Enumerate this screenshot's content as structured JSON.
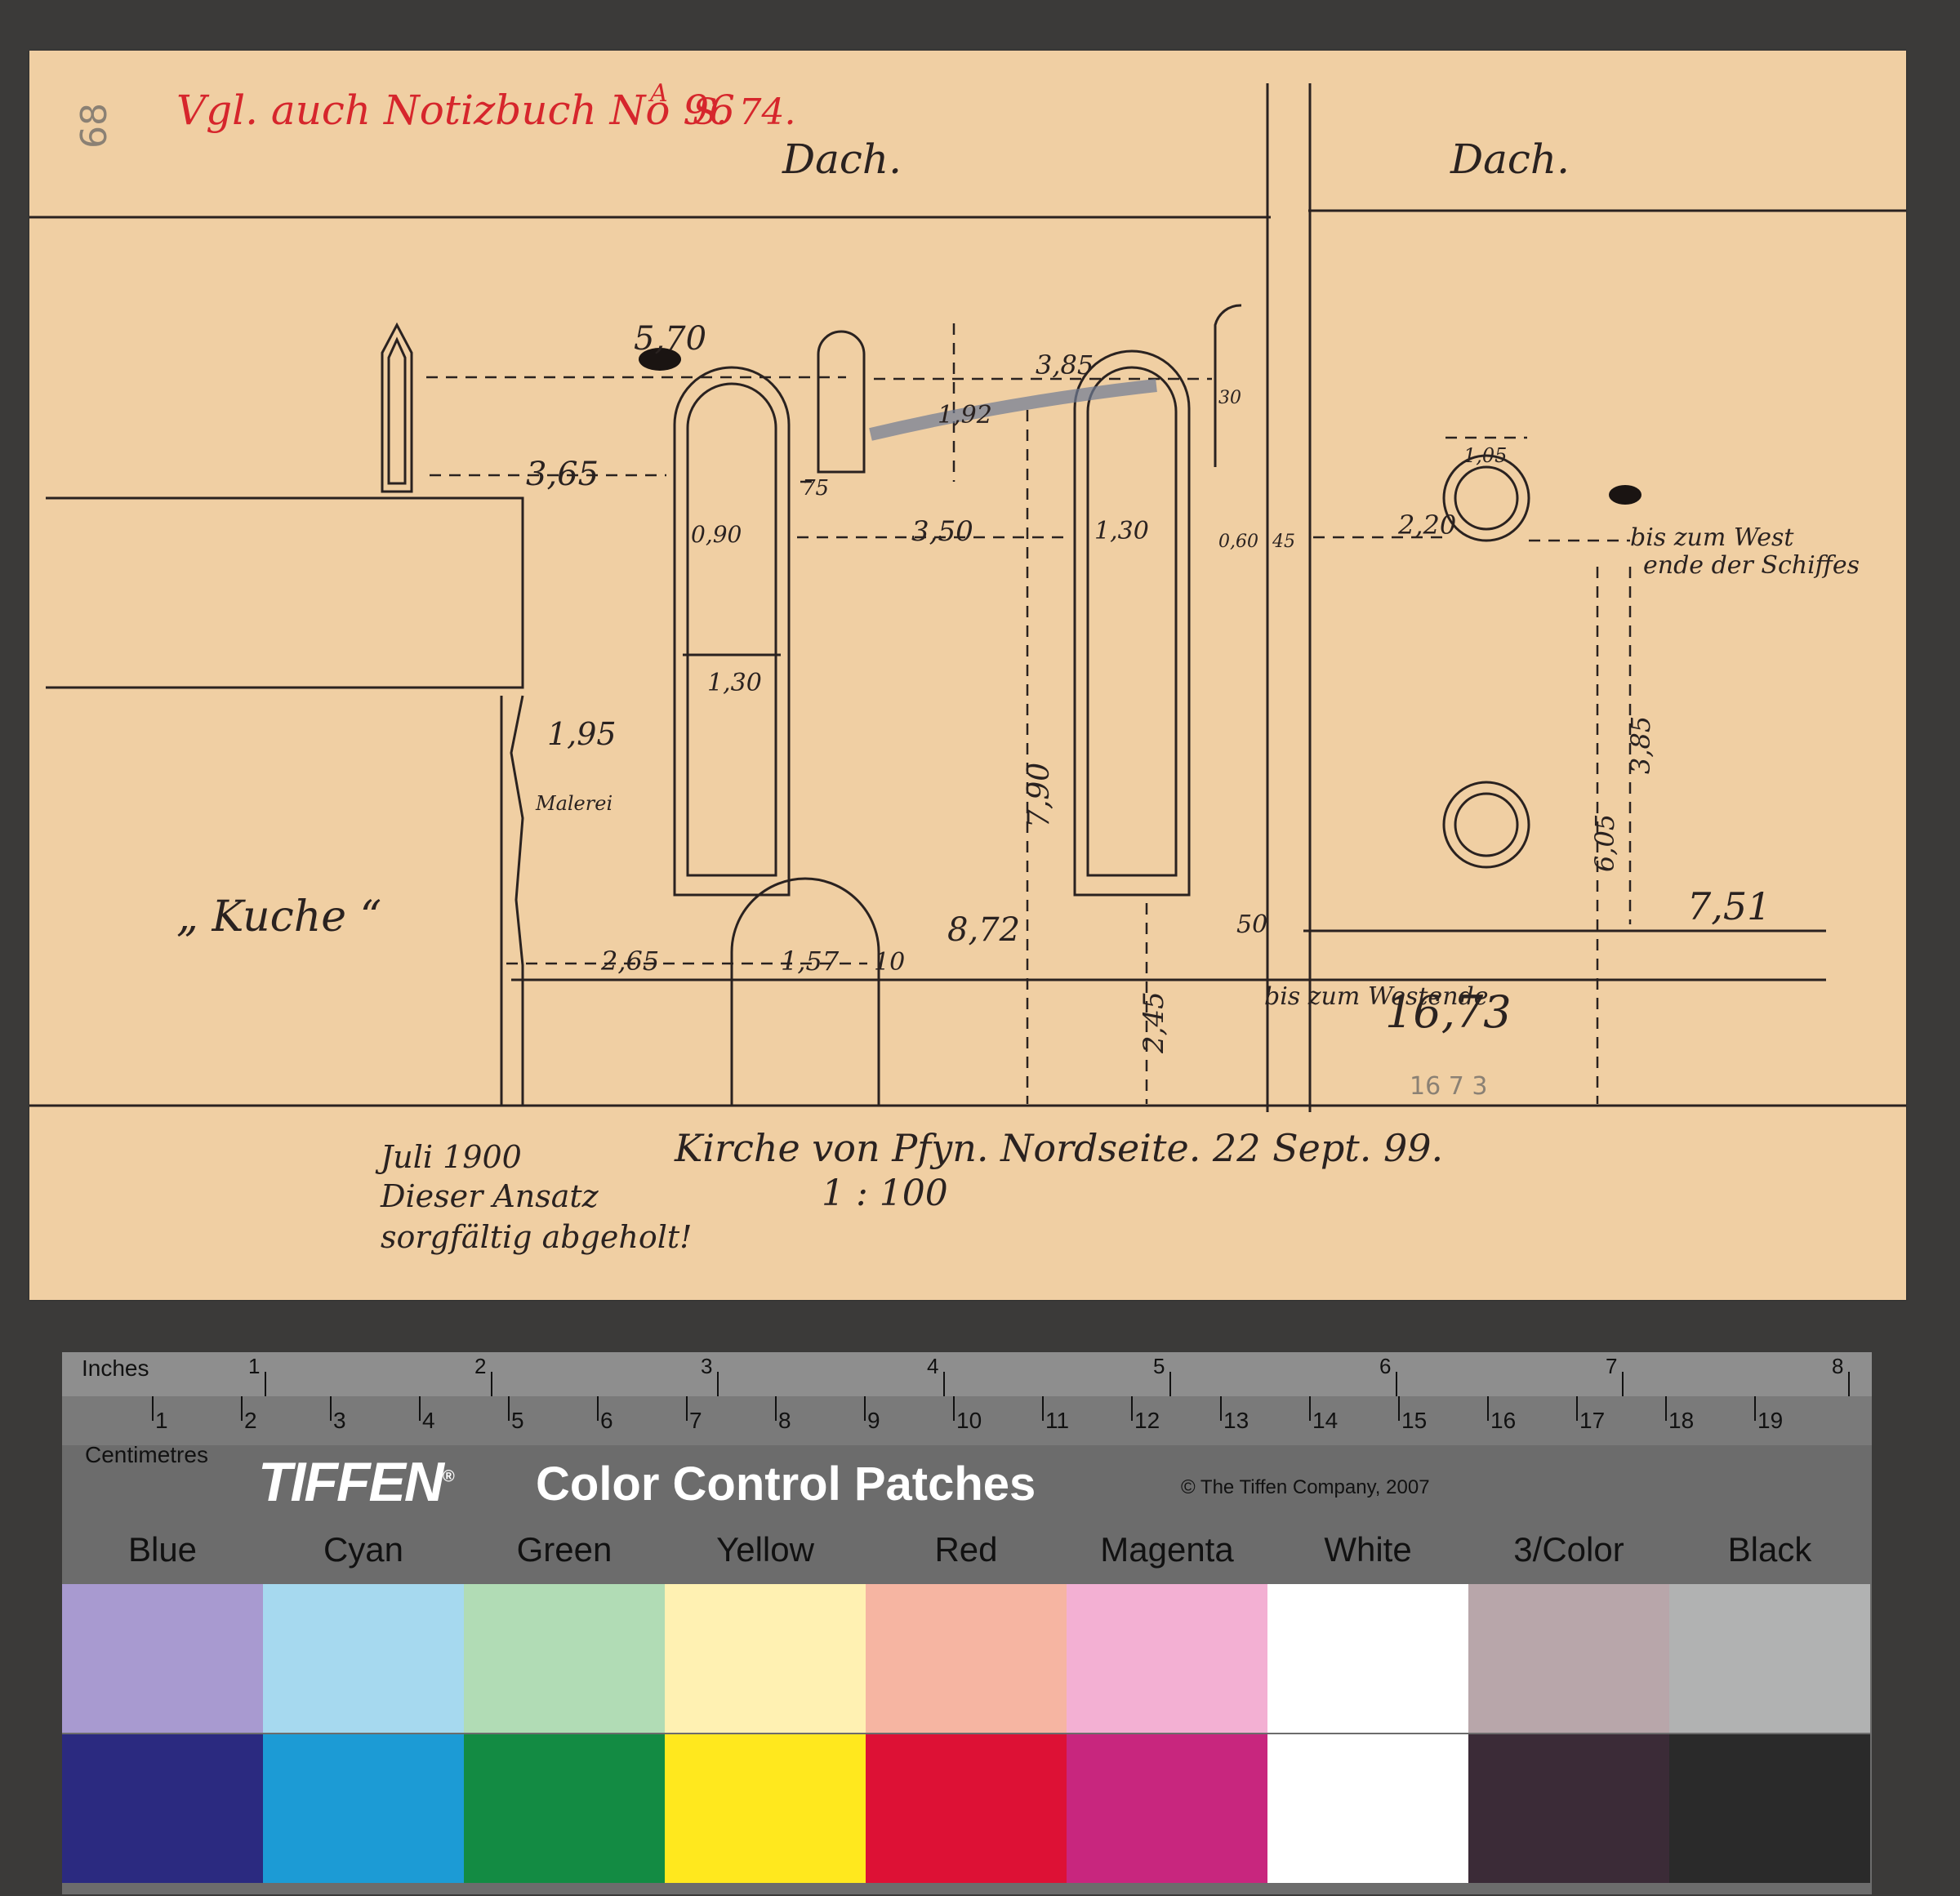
{
  "card": {
    "page_number": "68",
    "red_note": "Vgl. auch Notizbuch No 96",
    "red_note_sup": "A",
    "red_note_page": "S. 74.",
    "roof_left": "Dach.",
    "roof_right": "Dach.",
    "room_label": "„ Kuche “",
    "malerei": "Malerei",
    "caption": "Kirche von Pfyn. Nordseite. 22 Sept. 99.",
    "scale": "1 : 100",
    "note_line1": "Juli 1900",
    "note_line2": "Dieser Ansatz",
    "note_line3": "sorgfältig abgeholt!",
    "west_note_line1": "bis zum West",
    "west_note_line2": "ende der Schiffes",
    "bis_zum": "bis zum Westende",
    "dims": {
      "d570": "5,70",
      "d385_top": "3,85",
      "d192": "1,92",
      "d30": "30",
      "d365": "3,65",
      "d75": "75",
      "d090": "0,90",
      "d350": "3,50",
      "d130a": "1,30",
      "d060": "0,60",
      "d45": "45",
      "d220": "2,20",
      "d105": "1,05",
      "d130b": "1,30",
      "d195": "1,95",
      "d790": "7,90",
      "d385_right": "3,85",
      "d605": "6,05",
      "d751": "7,51",
      "d50": "50",
      "d872": "8,72",
      "d265": "2,65",
      "d157": "1,57",
      "d10": "10",
      "d245": "2,45",
      "d1673": "16,73",
      "pencil_1673": "16 7 3"
    }
  },
  "target": {
    "inches_label": "Inches",
    "centimetres_label": "Centimetres",
    "inch_ticks": [
      "1",
      "2",
      "3",
      "4",
      "5",
      "6",
      "7",
      "8"
    ],
    "cm_ticks": [
      "1",
      "2",
      "3",
      "4",
      "5",
      "6",
      "7",
      "8",
      "9",
      "10",
      "11",
      "12",
      "13",
      "14",
      "15",
      "16",
      "17",
      "18",
      "19"
    ],
    "brand": "TIFFEN",
    "product": "Color Control Patches",
    "copyright": "© The Tiffen Company, 2007",
    "patches": [
      {
        "label": "Blue",
        "light": "#a89ad0",
        "dark": "#2b2a80"
      },
      {
        "label": "Cyan",
        "light": "#a6d9ef",
        "dark": "#1c9bd5"
      },
      {
        "label": "Green",
        "light": "#b1dcb5",
        "dark": "#138b43"
      },
      {
        "label": "Yellow",
        "light": "#fff1b2",
        "dark": "#ffe81e"
      },
      {
        "label": "Red",
        "light": "#f6b5a2",
        "dark": "#dd1135"
      },
      {
        "label": "Magenta",
        "light": "#f3b0d3",
        "dark": "#c8267e"
      },
      {
        "label": "White",
        "light": "#ffffff",
        "dark": "#ffffff"
      },
      {
        "label": "3/Color",
        "light": "#b8a6aa",
        "dark": "#3b2b37"
      },
      {
        "label": "Black",
        "light": "#b1b2b2",
        "dark": "#2a2a2a"
      }
    ]
  }
}
